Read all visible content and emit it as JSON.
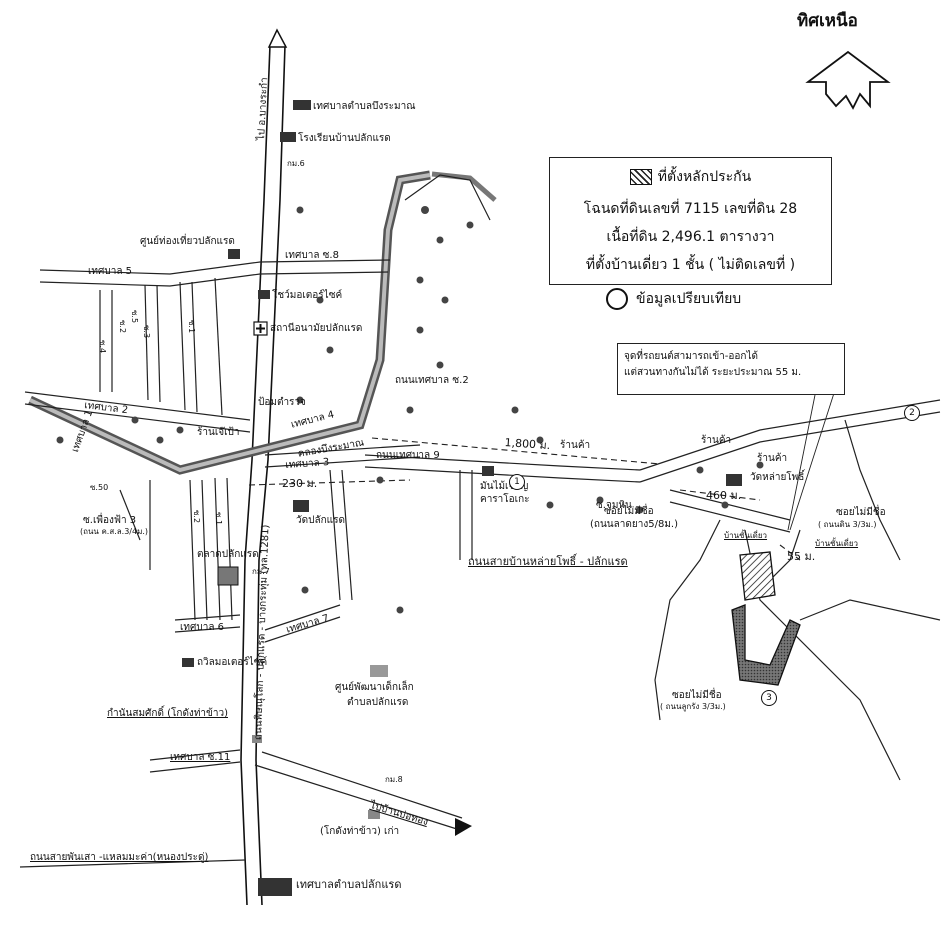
{
  "north": {
    "label": "ทิศเหนือ",
    "icon": "north-arrow-icon"
  },
  "legend": {
    "collateral_label": "ที่ตั้งหลักประกัน",
    "deed_line": "โฉนดที่ดินเลขที่ 7115 เลขที่ดิน 28",
    "area_line": "เนื้อที่ดิน 2,496.1 ตารางวา",
    "house_line": "ที่ตั้งบ้านเดี่ยว 1 ชั้น ( ไม่ติดเลขที่ )",
    "comparison_label": "ข้อมูลเปรียบเทียบ"
  },
  "callout": {
    "line1": "จุดที่รถยนต์สามารถเข้า-ออกได้",
    "line2": "แต่สวนทางกันไม่ได้  ระยะประมาณ 55 ม."
  },
  "places": {
    "tambon_bungkraman": "เทศบาลตำบลบึงระมาณ",
    "school": "โรงเรียนบ้านปลักแรด",
    "km6": "กม.6",
    "tourist_center": "ศูนย์ท่องเที่ยวปลักแรด",
    "motor_shop1": "โชว์มอเตอร์ไซค์",
    "health_station": "สถานีอนามัยปลักแรด",
    "police_box": "ป้อมตำรวจ",
    "shop_jaepao": "ร้านเจ๊เป้า",
    "wat": "วัดปลักแรด",
    "market": "ตลาดปลักแรด",
    "km7": "กม.7",
    "motor_shop2": "ถวิลมอเตอร์ไซค์",
    "child_center_1": "ศูนย์พัฒนาเด็กเล็ก",
    "child_center_2": "ตำบลปลักแรด",
    "kamnan": "กำนันสมศักดิ์ (โกดังท่าข้าว)",
    "km8": "กม.8",
    "warehouse_old": "(โกดังท่าข้าว) เก่า",
    "tambon_plakrad": "เทศบาลตำบลปลักแรด",
    "tapioca": "มันไม้เจริญ",
    "karaoke": "คาราโอเกะ",
    "shop_1": "ร้านค้า",
    "shop_2": "ร้านค้า",
    "shop_3": "ร้านค้า",
    "wat_laipho": "วัดหล่ายโพธิ์",
    "house_1": "บ้านชั้นเดี่ยว",
    "house_2": "บ้านชั้นเดี่ยว",
    "soi_jumhin": "ซ.จุมหิน"
  },
  "roads": {
    "to_bangrakam": "ไป อ.บางระกำ",
    "main_highway": "ถนนพิษณุโลก - ปลักแรด - บางกระทุ่ม (ทล.1281)",
    "to_ban_bo_thong": "ไปบ้านบ่อทอง",
    "laipho_road": "ถนนสายบ้านหล่ายโพธิ์ - ปลักแรด",
    "phansao_road": "ถนนสายพันเสา -แหลมมะค่า(หนองประดู่)",
    "thesaban_5": "เทศบาล 5",
    "thesaban_8": "เทศบาล ซ.8",
    "thesaban_2": "เทศบาล 2",
    "thesaban_1": "เทศบาล 1",
    "thesaban_3": "เทศบาล 3",
    "thesaban_4": "เทศบาล 4",
    "thesaban_6": "เทศบาล 6",
    "thesaban_7": "เทศบาล 7",
    "thesaban_9": "ถนนเทศบาล 9",
    "thesaban_11": "เทศบาล ซ.11",
    "thesaban_s2": "ถนนเทศบาล ซ.2",
    "khlong": "คลองบึงระมาณ",
    "soi_phuengfah": "ซ.เพื่องฟ้า 3",
    "soi_phuengfah_sub": "(ถนน ค.ส.ล.3/4ม.)",
    "soi_cement": "(ถนนลาดยาง5/8ม.)",
    "soi_nameless_1": "ซอยไม่มีชื่อ",
    "soi_nameless_2": "ซอยไม่มีชื่อ",
    "soi_nameless_2_sub": "( ถนนดิน 3/3ม.)",
    "soi_nameless_3": "ซอยไม่มีชื่อ",
    "soi_nameless_3_sub": "( ถนนลูกรัง 3/3ม.)",
    "s50": "ซ.50",
    "s2": "ซ.2",
    "s3": "ซ.3",
    "s4": "ซ.4",
    "s1": "ซ.1",
    "s5": "ซ.5",
    "sub1": "ซ.1",
    "sub2": "ซ.2"
  },
  "distances": {
    "d1800": "1,800 ม.",
    "d230": "230 ม.",
    "d460": "460 ม.",
    "d55": "55 ม."
  },
  "markers": {
    "m1": "1",
    "m2": "2",
    "m3": "3"
  }
}
